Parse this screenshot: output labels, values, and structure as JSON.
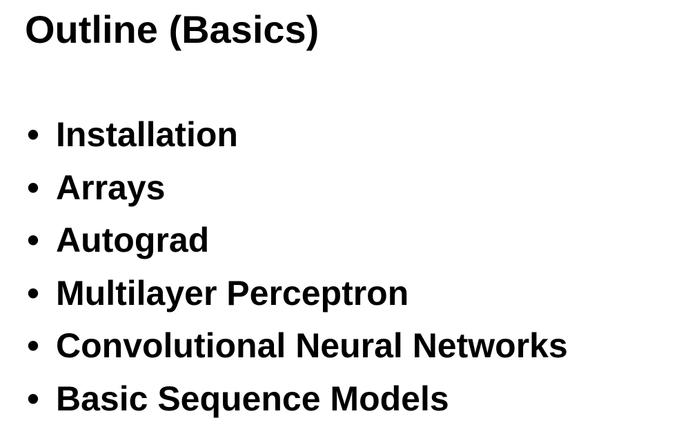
{
  "slide": {
    "title": "Outline (Basics)",
    "bullet_symbol": "•",
    "items": [
      "Installation",
      "Arrays",
      "Autograd",
      "Multilayer Perceptron",
      "Convolutional Neural Networks",
      "Basic Sequence Models"
    ]
  }
}
